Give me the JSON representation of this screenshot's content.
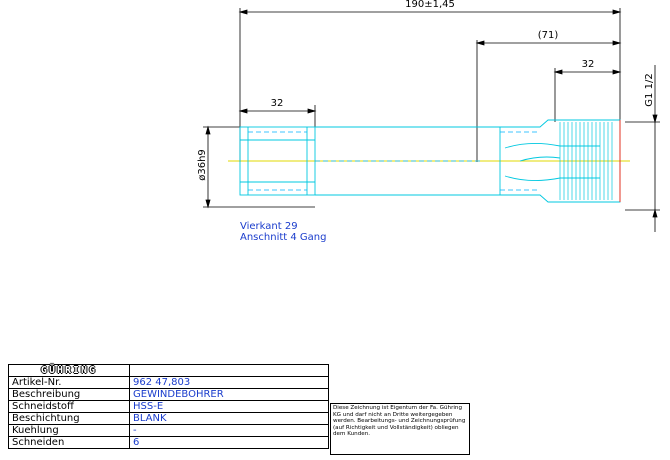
{
  "dimensions": {
    "overall_length": "190±1,45",
    "ref_length": "(71)",
    "shank_length": "32",
    "thread_length": "32",
    "diameter": "ø36h9",
    "thread": "G1 1/2"
  },
  "notes": [
    "Vierkant 29",
    "Anschnitt 4 Gang"
  ],
  "title_block": {
    "logo": "GÜHRING",
    "rows": [
      {
        "label": "Artikel-Nr.",
        "value": "962 47,803"
      },
      {
        "label": "Beschreibung",
        "value": "GEWINDEBOHRER"
      },
      {
        "label": "Schneidstoff",
        "value": "HSS-E"
      },
      {
        "label": "Beschichtung",
        "value": "BLANK"
      },
      {
        "label": "Kuehlung",
        "value": "-"
      },
      {
        "label": "Schneiden",
        "value": "6"
      }
    ],
    "disclaimer": "Diese Zeichnung ist Eigentum der Fa. Gühring KG und darf nicht an Dritte weitergegeben werden. Bearbeitungs- und Zeichnungsprüfung (auf Richtigkeit und Vollständigkeit) obliegen dem Kunden."
  },
  "colors": {
    "part_outline": "#00c8e0",
    "hidden_line": "#00b4ff",
    "center_line": "#e0d800",
    "dimension": "#000000",
    "note_text": "#1a3ccc",
    "edge_red": "#e03020"
  }
}
